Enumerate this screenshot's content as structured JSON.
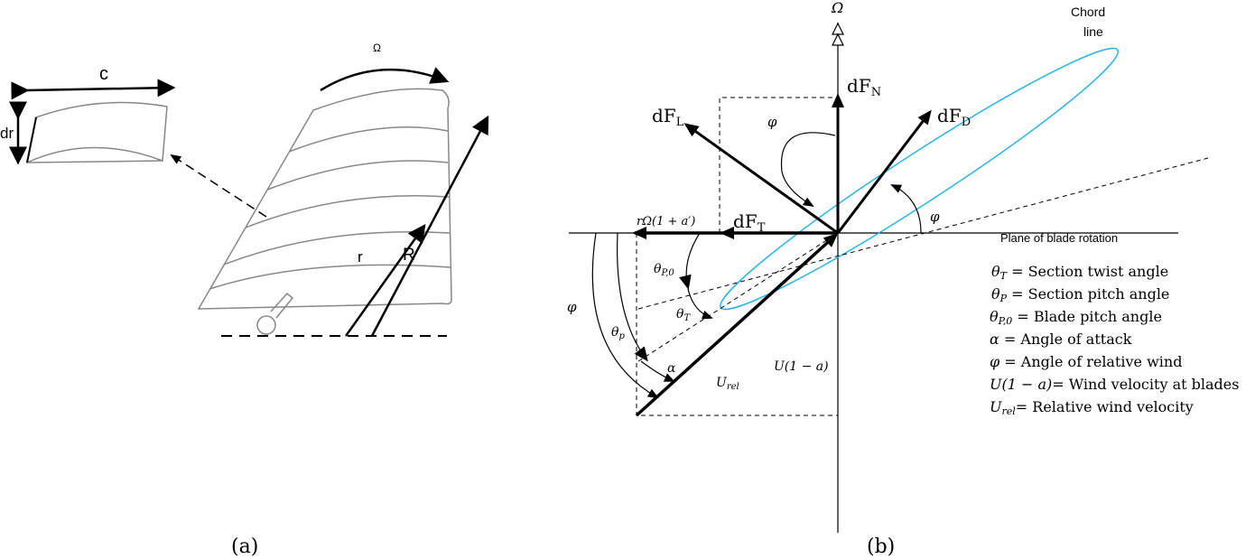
{
  "panel_a": {
    "caption": "(a)",
    "labels": {
      "chord": "c",
      "span_element": "dr",
      "rotation": "Ω",
      "radius_local": "r",
      "radius_tip": "R"
    }
  },
  "panel_b": {
    "caption": "(b)",
    "labels": {
      "omega": "Ω",
      "chord_line_1": "Chord",
      "chord_line_2": "line",
      "plane": "Plane of blade rotation",
      "dFL": "dF",
      "dFL_sub": "L",
      "dFN": "dF",
      "dFN_sub": "N",
      "dFD": "dF",
      "dFD_sub": "D",
      "dFT": "dF",
      "dFT_sub": "T",
      "tangential": "rΩ(1 + a′)",
      "phi_top": "φ",
      "phi_right": "φ",
      "phi_left": "φ",
      "thetaP0": "θ",
      "thetaP0_sub": "P,0",
      "thetaT": "θ",
      "thetaT_sub": "T",
      "thetap": "θ",
      "thetap_sub": "p",
      "alpha": "α",
      "urel": "U",
      "urel_sub": "rel",
      "axial": "U(1 − a)"
    },
    "legend": [
      {
        "sym": "θ",
        "sub": "T",
        "text": " = Section twist angle"
      },
      {
        "sym": "θ",
        "sub": "P",
        "text": " = Section pitch angle"
      },
      {
        "sym": "θ",
        "sub": "P,0",
        "text": " = Blade pitch angle"
      },
      {
        "sym": "α",
        "sub": "",
        "text": " = Angle of attack"
      },
      {
        "sym": "φ",
        "sub": "",
        "text": " = Angle of relative wind"
      },
      {
        "sym": "U(1 − a)",
        "sub": "",
        "text": "= Wind velocity at blades"
      },
      {
        "sym": "U",
        "sub": "rel",
        "text": "= Relative wind velocity"
      }
    ],
    "colors": {
      "airfoil": "#29b5e8"
    }
  }
}
